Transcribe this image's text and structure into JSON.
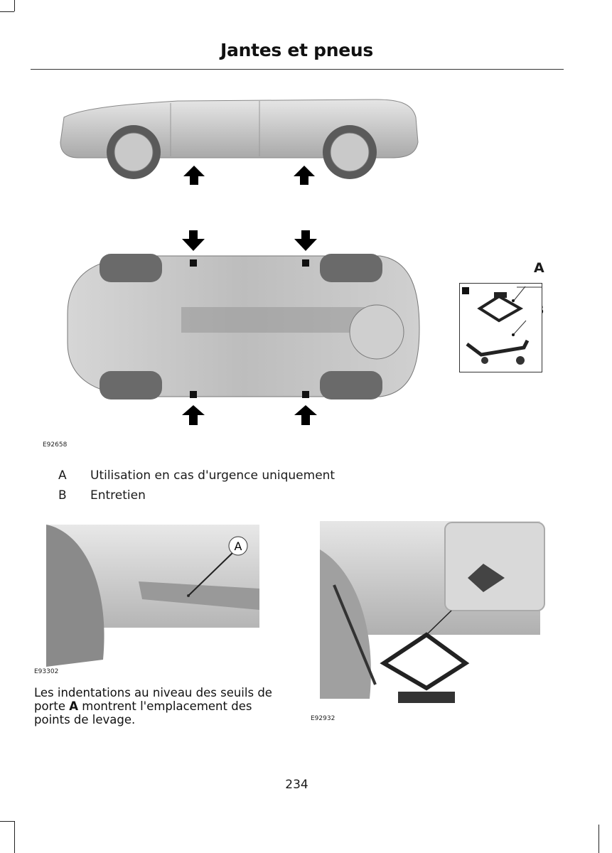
{
  "page": {
    "title": "Jantes et pneus",
    "page_number": "234"
  },
  "figure_top": {
    "code": "E92658",
    "inset": {
      "label_a": "A",
      "label_b": "B"
    }
  },
  "legend": [
    {
      "key": "A",
      "text": "Utilisation en cas d'urgence uniquement"
    },
    {
      "key": "B",
      "text": "Entretien"
    }
  ],
  "figure_sill": {
    "code": "E93302",
    "callout": "A"
  },
  "figure_jack": {
    "code": "E92932"
  },
  "body": {
    "text_before": "Les indentations au niveau des seuils de porte ",
    "bold": "A",
    "text_after": " montrent l'emplacement des points de levage."
  }
}
